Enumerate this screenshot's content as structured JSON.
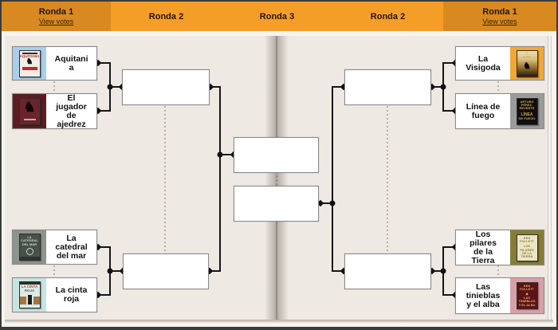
{
  "header": {
    "cells": [
      {
        "label": "Ronda 1",
        "link": "View votes"
      },
      {
        "label": "Ronda 2"
      },
      {
        "label": "Ronda 3"
      },
      {
        "label": "Ronda 2"
      },
      {
        "label": "Ronda 1",
        "link": "View votes"
      }
    ]
  },
  "colors": {
    "header_dark": "#d8891f",
    "header_light": "#f59e27",
    "page": "#eee9e2",
    "connector": "#161616",
    "box_border": "#8a8a8a"
  },
  "books": [
    {
      "title": "Aquitania",
      "display": "Aquitani\na"
    },
    {
      "title": "El jugador de ajedrez",
      "display": "El\njugador\nde\najedrez"
    },
    {
      "title": "La catedral del mar",
      "display": "La\ncatedral\ndel mar"
    },
    {
      "title": "La cinta roja",
      "display": "La cinta\nroja"
    },
    {
      "title": "La Visigoda",
      "display": "La\nVisigoda"
    },
    {
      "title": "Línea de fuego",
      "display": "Línea de\nfuego"
    },
    {
      "title": "Los pilares de la Tierra",
      "display": "Los\npilares\nde la\nTierra"
    },
    {
      "title": "Las tinieblas y el alba",
      "display": "Las\ntinieblas\ny el alba"
    }
  ],
  "covers": {
    "aquitania": {
      "tile": "#a9cfec",
      "book": "#f2ede5",
      "title_text": "AQUITANIA",
      "animal": "♞"
    },
    "jugador": {
      "tile": "#5c1d22",
      "book": "#6a242b",
      "knight": "♞"
    },
    "catedral": {
      "tile": "#8e948b",
      "book": "#47514a",
      "lines": [
        "LA CATEDRAL",
        "DEL MAR"
      ]
    },
    "cinta": {
      "tile": "#c7e5e0",
      "book": "#d9ece7",
      "lines": [
        "LA CINTA",
        "ROJA"
      ]
    },
    "visigoda": {
      "tile": "#f2a833",
      "cross": "✝",
      "horse": "♞"
    },
    "linea": {
      "tile": "#9b9b9b",
      "book": "#0f0f0f",
      "author": "ARTURO",
      "author2": "PÉREZ-REVERTE",
      "lines": [
        "LÍNEA",
        "DE FUEGO"
      ]
    },
    "pilares": {
      "tile": "#857d35",
      "book": "#ece5c6",
      "author": "KEN",
      "author2": "FOLLETT",
      "lines": [
        "LOS PILARES",
        "DE LA",
        "TIERRA"
      ]
    },
    "tinieblas": {
      "tile": "#d7a1a7",
      "book": "#5c1216",
      "author": "KEN",
      "author2": "FOLLETT",
      "diamond": "◆",
      "lines": [
        "LAS TINIEBLAS",
        "Y EL ALBA"
      ]
    }
  }
}
